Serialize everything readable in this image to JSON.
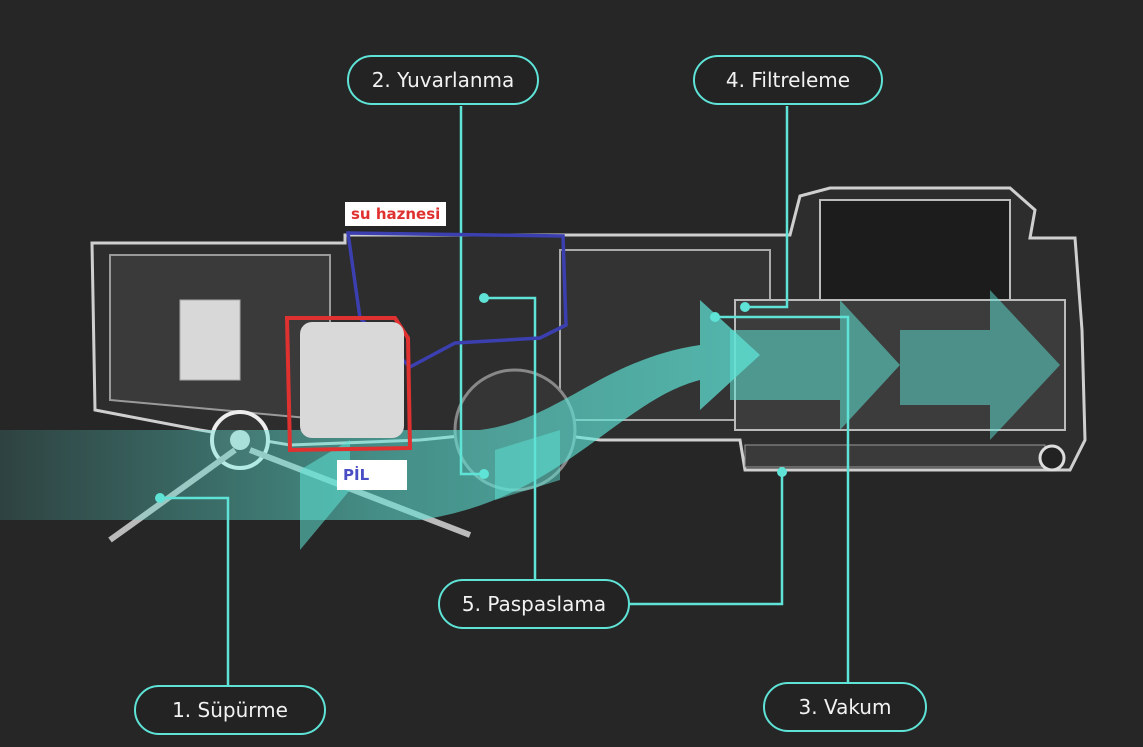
{
  "callouts": {
    "yuvarlanma": "2. Yuvarlanma",
    "filtreleme": "4. Filtreleme",
    "paspaslama": "5. Paspaslama",
    "supurme": "1. Süpürme",
    "vakum": "3. Vakum"
  },
  "annotations": {
    "water_tank": "su haznesi",
    "battery": "PİL"
  },
  "colors": {
    "background": "#262626",
    "accent": "#5ee3d6",
    "water_tank_outline": "#3b3fb0",
    "battery_outline": "#e03131"
  }
}
